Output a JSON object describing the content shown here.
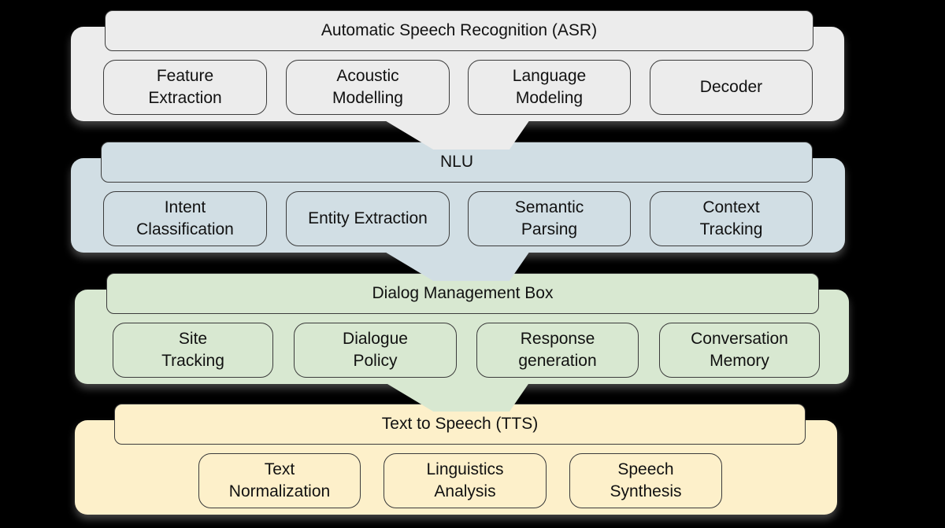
{
  "canvas": {
    "background": "#000000",
    "border_color": "#3b3b3b",
    "text_color": "#111111"
  },
  "sections": [
    {
      "id": "asr",
      "title": "Automatic Speech Recognition (ASR)",
      "color": "#ececec",
      "boxes": [
        {
          "lines": [
            "Feature",
            "Extraction"
          ]
        },
        {
          "lines": [
            "Acoustic",
            "Modelling"
          ]
        },
        {
          "lines": [
            "Language",
            "Modeling"
          ]
        },
        {
          "lines": [
            "Decoder"
          ]
        }
      ]
    },
    {
      "id": "nlu",
      "title": "NLU",
      "color": "#d1dee4",
      "boxes": [
        {
          "lines": [
            "Intent",
            "Classification"
          ]
        },
        {
          "lines": [
            "Entity Extraction"
          ]
        },
        {
          "lines": [
            "Semantic",
            "Parsing"
          ]
        },
        {
          "lines": [
            "Context",
            "Tracking"
          ]
        }
      ]
    },
    {
      "id": "dialog-management",
      "title": "Dialog Management Box",
      "color": "#d8e8d1",
      "boxes": [
        {
          "lines": [
            "Site",
            "Tracking"
          ]
        },
        {
          "lines": [
            "Dialogue",
            "Policy"
          ]
        },
        {
          "lines": [
            "Response",
            "generation"
          ]
        },
        {
          "lines": [
            "Conversation",
            "Memory"
          ]
        }
      ]
    },
    {
      "id": "tts",
      "title": "Text to Speech (TTS)",
      "color": "#fdf0ca",
      "boxes": [
        {
          "lines": [
            "Text",
            "Normalization"
          ]
        },
        {
          "lines": [
            "Linguistics",
            "Analysis"
          ]
        },
        {
          "lines": [
            "Speech",
            "Synthesis"
          ]
        }
      ]
    }
  ],
  "arrows": [
    {
      "from": "asr",
      "to": "nlu",
      "color": "#ececec"
    },
    {
      "from": "nlu",
      "to": "dialog-management",
      "color": "#d1dee4"
    },
    {
      "from": "dialog-management",
      "to": "tts",
      "color": "#d8e8d1"
    }
  ]
}
